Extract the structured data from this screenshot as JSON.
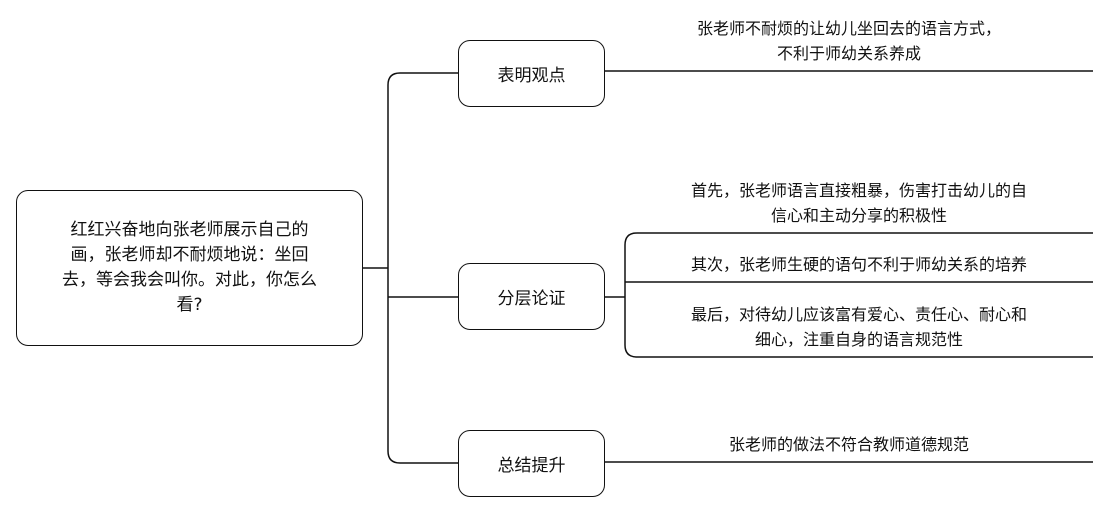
{
  "root": {
    "text": "红红兴奋地向张老师展示自己的画，张老师却不耐烦地说：坐回去，等会我会叫你。对此，你怎么看?"
  },
  "branches": [
    {
      "label": "表明观点",
      "leaves": [
        "张老师不耐烦的让幼儿坐回去的语言方式，\n不利于师幼关系养成"
      ]
    },
    {
      "label": "分层论证",
      "leaves": [
        "首先，张老师语言直接粗暴，伤害打击幼儿的自\n信心和主动分享的积极性",
        "其次，张老师生硬的语句不利于师幼关系的培养",
        "最后，对待幼儿应该富有爱心、责任心、耐心和\n细心，注重自身的语言规范性"
      ]
    },
    {
      "label": "总结提升",
      "leaves": [
        "张老师的做法不符合教师道德规范"
      ]
    }
  ]
}
